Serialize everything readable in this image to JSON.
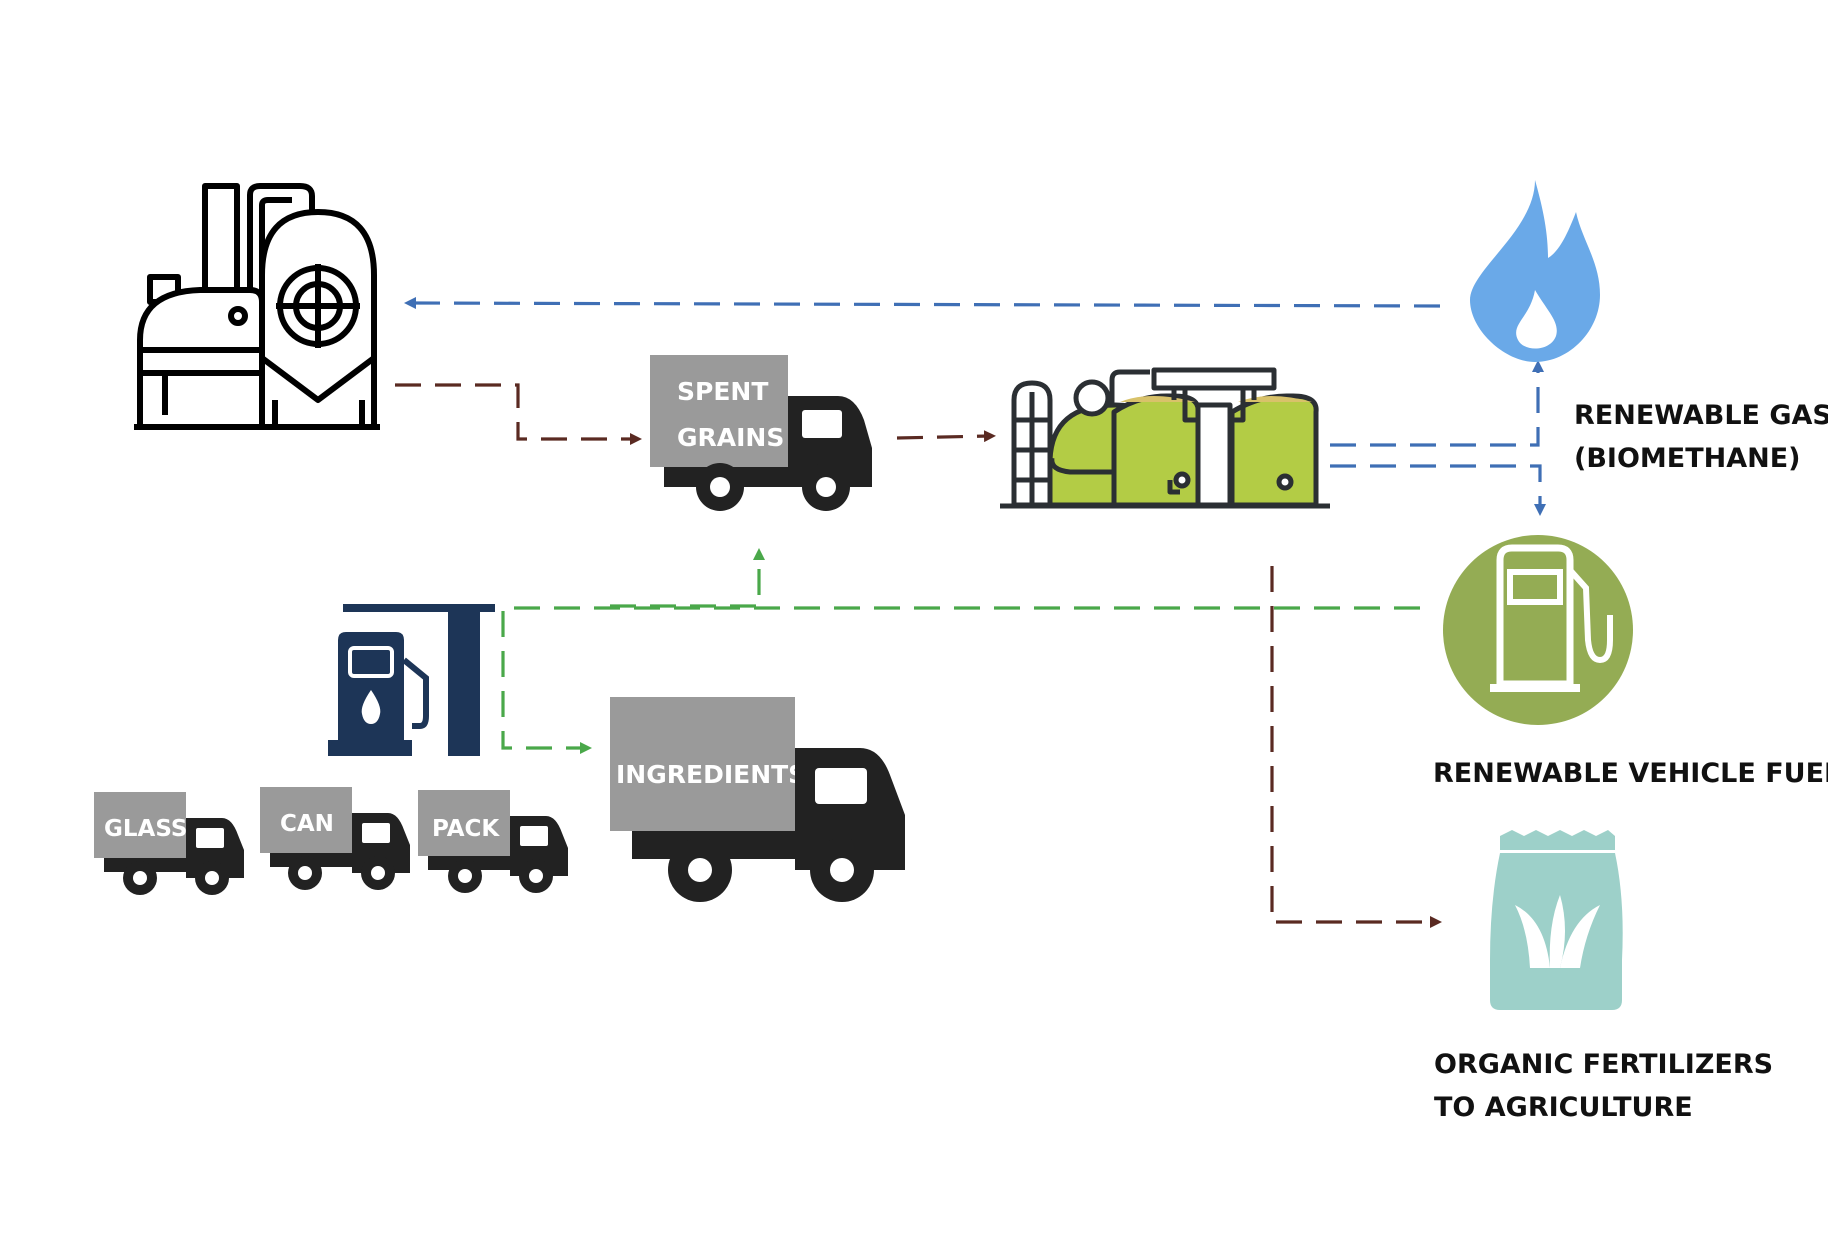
{
  "labels": {
    "renewable_gas_1": "RENEWABLE GAS",
    "renewable_gas_2": "(BIOMETHANE)",
    "vehicle_fuel": "RENEWABLE VEHICLE FUEL",
    "fertilizer_1": "ORGANIC FERTILIZERS",
    "fertilizer_2": "TO AGRICULTURE"
  },
  "trucks": {
    "spent_1": "SPENT",
    "spent_2": "GRAINS",
    "ingredients": "INGREDIENTS",
    "glass": "GLASS",
    "can": "CAN",
    "pack": "PACK"
  },
  "colors": {
    "blue_flow": "#3f6fb5",
    "brown_flow": "#5a2a22",
    "green_flow": "#4aa84a",
    "flame": "#6aa9e8",
    "fuel_circle": "#94ac54",
    "fertilizer_bag": "#9dd0c9",
    "digester_green": "#b3cc45",
    "station_navy": "#1d3557",
    "truck_body": "#222222",
    "truck_cargo": "#9a9a9a"
  },
  "icons": [
    "brewery-icon",
    "flame-icon",
    "biogas-plant-icon",
    "fuel-pump-icon",
    "fertilizer-bag-icon",
    "truck-icon",
    "gas-station-icon"
  ]
}
